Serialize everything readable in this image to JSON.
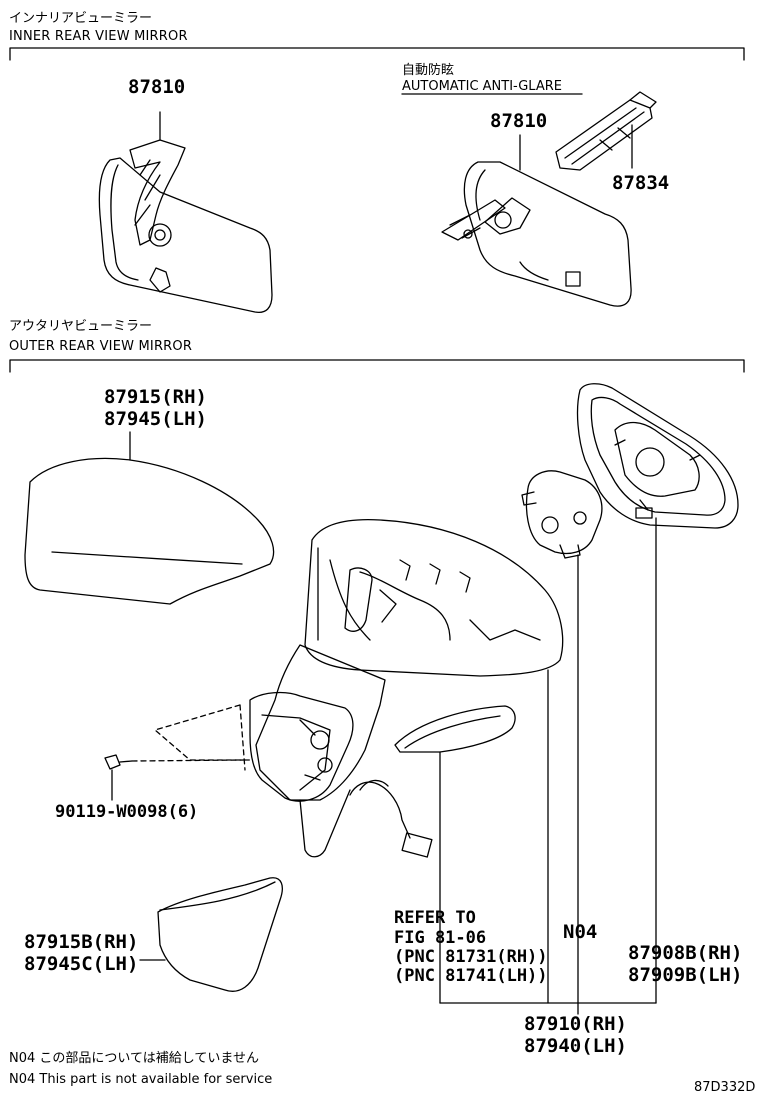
{
  "header": {
    "inner_jp": "インナリアビューミラー",
    "inner_en": "INNER REAR VIEW MIRROR",
    "outer_jp": "アウタリヤビューミラー",
    "outer_en": "OUTER REAR VIEW MIRROR"
  },
  "inner": {
    "part_left": "87810",
    "auto_jp": "自動防眩",
    "auto_en": "AUTOMATIC ANTI-GLARE",
    "part_right": "87810",
    "part_bracket": "87834"
  },
  "outer": {
    "cover_rh": "87915(RH)",
    "cover_lh": "87945(LH)",
    "screw": "90119-W0098(6)",
    "lower_rh": "87915B(RH)",
    "lower_lh": "87945C(LH)",
    "refer_1": "REFER TO",
    "refer_2": "FIG 81-06",
    "refer_3": "(PNC 81731(RH))",
    "refer_4": "(PNC 81741(LH))",
    "n04": "N04",
    "glass_rh": "87908B(RH)",
    "glass_lh": "87909B(LH)",
    "assy_rh": "87910(RH)",
    "assy_lh": "87940(LH)"
  },
  "notes": {
    "jp": "N04 この部品については補給していません",
    "en": "N04 This part is not available for service"
  },
  "figure_code": "87D332D"
}
